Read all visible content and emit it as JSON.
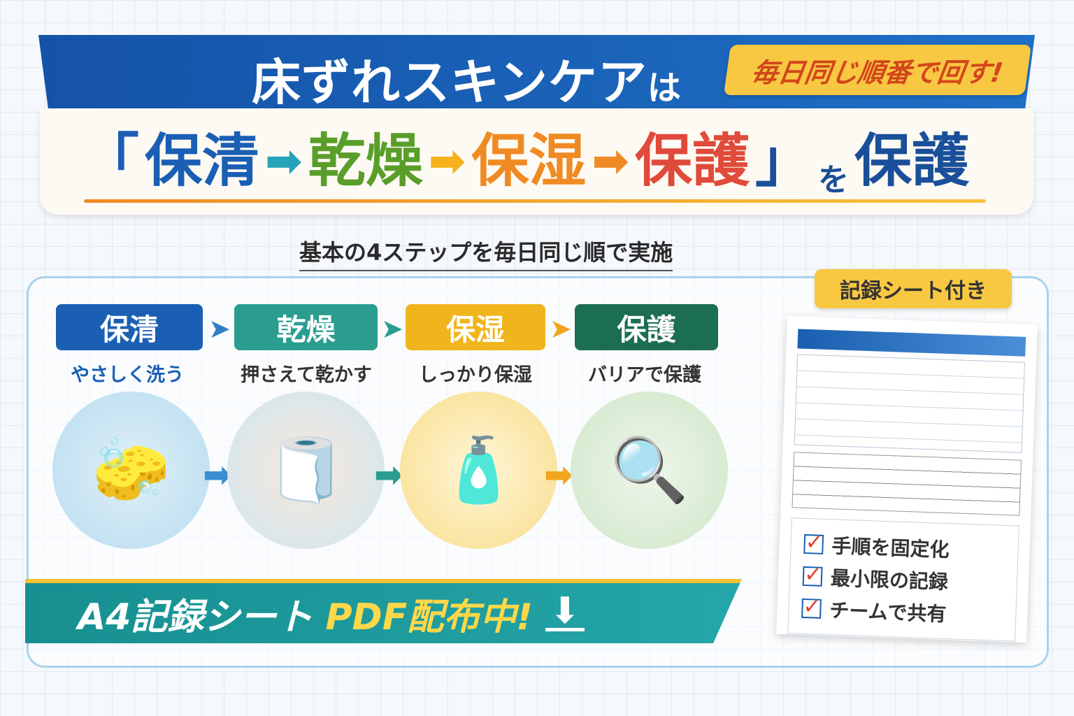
{
  "header": {
    "title": "床ずれスキンケア",
    "title_particle": "は",
    "tag": "毎日同じ順番で回す!"
  },
  "flow": {
    "open": "「",
    "steps": [
      "保清",
      "乾燥",
      "保湿",
      "保護"
    ],
    "close": "」",
    "particle": "を",
    "end": "保護",
    "arrow": "➡"
  },
  "subtitle": "基本の4ステップを毎日同じ順で実施",
  "steps": [
    {
      "label": "保清",
      "desc": "やさしく洗う",
      "color": "#1a5fb4",
      "icon": "nurse-washing-icon"
    },
    {
      "label": "乾燥",
      "desc": "押さえて乾かす",
      "color": "#2a9d8f",
      "icon": "towel-drying-icon"
    },
    {
      "label": "保湿",
      "desc": "しっかり保湿",
      "color": "#f0b51c",
      "icon": "moisturizer-icon"
    },
    {
      "label": "保護",
      "desc": "バリアで保護",
      "color": "#1b6e50",
      "icon": "magnifier-dressing-icon"
    }
  ],
  "download": {
    "prefix": "A4記録シート",
    "highlight": "PDF配布中!",
    "icon": "download-icon"
  },
  "sheet": {
    "tag": "記録シート付き",
    "checklist": [
      "手順を固定化",
      "最小限の記録",
      "チームで共有"
    ]
  },
  "colors": {
    "blue": "#1a5fb4",
    "green": "#5a9e2a",
    "orange": "#f08a24",
    "red": "#e04a3a",
    "navy": "#1a4f9a"
  }
}
